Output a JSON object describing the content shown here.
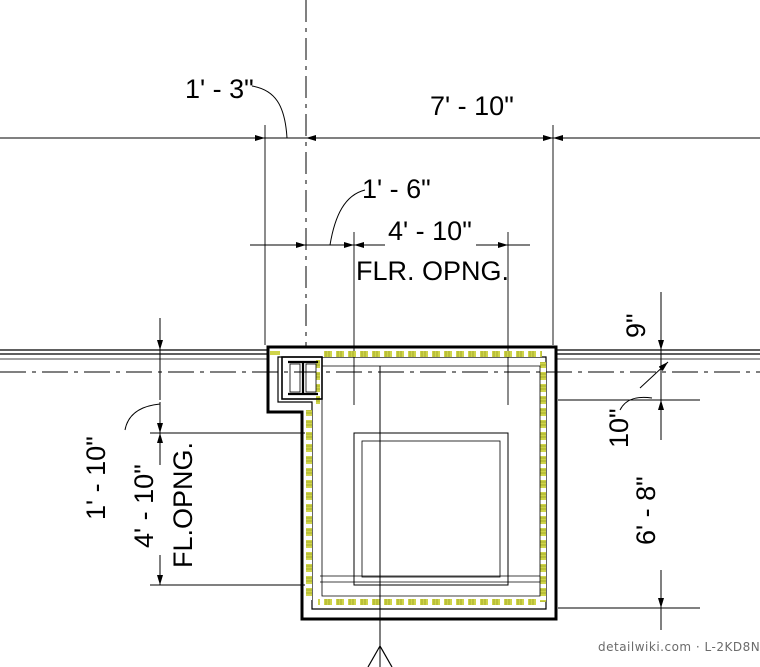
{
  "dimensions": {
    "top_left": "1' - 3\"",
    "top_right": "7' - 10\"",
    "mid_left": "1' - 6\"",
    "floor_opening_width": "4' - 10\"",
    "floor_opening_label_h": "FLR. OPNG.",
    "right_small": "9\"",
    "right_mid": "10\"",
    "right_large": "6' - 8\"",
    "left_small": "1' - 10\"",
    "floor_opening_height": "4' - 10\"",
    "floor_opening_label_v": "FL.OPNG."
  },
  "watermark": "detailwiki.com · L-2KD8N",
  "colors": {
    "line": "#000000",
    "insulation_fill": "#cfd44a",
    "insulation_dark": "#9aa11f"
  }
}
